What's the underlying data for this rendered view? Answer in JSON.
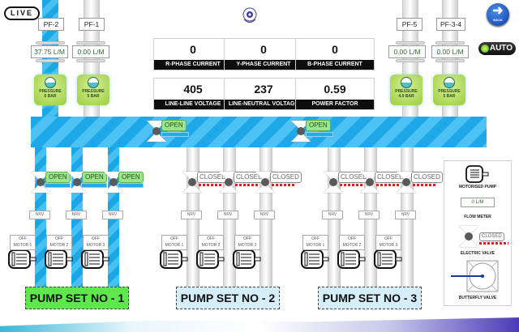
{
  "header": {
    "live_label": "LIVE",
    "back_label": "BACK",
    "auto_label": "AUTO",
    "logo": "organization-emblem"
  },
  "flow_meters": [
    {
      "id": "PF-2",
      "flow": "37.75 L/M",
      "pressure_title": "PRESSURE",
      "pressure": "5 BAR",
      "active": true
    },
    {
      "id": "PF-1",
      "flow": "0.00 L/M",
      "pressure_title": "PRESSURE",
      "pressure": "5 BAR",
      "active": false
    },
    {
      "id": "PF-5",
      "flow": "0.00 L/M",
      "pressure_title": "PRESSURE",
      "pressure": "4.9 BAR",
      "active": false
    },
    {
      "id": "PF-3-4",
      "flow": "0.00 L/M",
      "pressure_title": "PRESSURE",
      "pressure": "5 BAR",
      "active": false
    }
  ],
  "metrics": [
    {
      "value": "0",
      "label": "R-PHASE CURRENT"
    },
    {
      "value": "0",
      "label": "Y-PHASE CURRENT"
    },
    {
      "value": "0",
      "label": "B-PHASE CURRENT"
    },
    {
      "value": "405",
      "label": "LINE-LINE VOLTAGE"
    },
    {
      "value": "237",
      "label": "LINE-NEUTRAL VOLTAGE"
    },
    {
      "value": "0.59",
      "label": "POWER FACTOR"
    }
  ],
  "header_valves": [
    {
      "state": "OPEN"
    },
    {
      "state": "OPEN"
    }
  ],
  "pump_sets": [
    {
      "name": "PUMP SET NO - 1",
      "color": "#5ee84e",
      "valves": [
        "OPEN",
        "OPEN",
        "OPEN"
      ],
      "nrv": [
        "NRV",
        "NRV",
        "NRV"
      ],
      "motors": [
        {
          "status": "OFF",
          "name": "MOTOR 1"
        },
        {
          "status": "OFF",
          "name": "MOTOR 2"
        },
        {
          "status": "OFF",
          "name": "MOTOR 3"
        }
      ]
    },
    {
      "name": "PUMP SET NO - 2",
      "color": "#d6eefa",
      "valves": [
        "CLOSED",
        "CLOSED",
        "CLOSED"
      ],
      "nrv": [
        "NRV",
        "NRV",
        "NRV"
      ],
      "motors": [
        {
          "status": "OFF",
          "name": "MOTOR 1"
        },
        {
          "status": "OFF",
          "name": "MOTOR 2"
        },
        {
          "status": "OFF",
          "name": "MOTOR 3"
        }
      ]
    },
    {
      "name": "PUMP SET NO - 3",
      "color": "#d6eefa",
      "valves": [
        "CLOSED",
        "CLOSED",
        "CLOSED"
      ],
      "nrv": [
        "NRV",
        "NRV",
        "NRV"
      ],
      "motors": [
        {
          "status": "OFF",
          "name": "MOTOR 1"
        },
        {
          "status": "OFF",
          "name": "MOTOR 2"
        },
        {
          "status": "OFF",
          "name": "MOTOR 3"
        }
      ]
    }
  ],
  "legend": {
    "motorised_pump": "MOTORISED PUMP",
    "flow_meter_value": "0 L/M",
    "flow_meter": "FLOW METER",
    "valve_state": "CLOSED",
    "electric_valve": "ELECTRIC VALVE",
    "butterfly_valve": "BUTTERFLY VALVE"
  },
  "colors": {
    "water_blue": "#1ea8e8",
    "open_green": "#9be58a",
    "closed_red": "#e02020",
    "pressure_green": "#9ccd3c"
  }
}
